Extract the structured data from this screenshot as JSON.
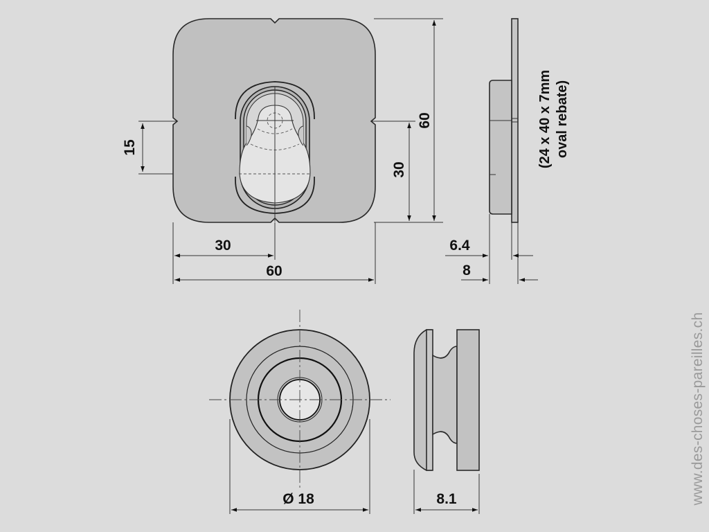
{
  "colors": {
    "background": "#dcdcdc",
    "part_fill": "#c0c0c0",
    "part_light": "#d8d8d8",
    "line": "#2a2a2a",
    "watermark": "#9a9a9a"
  },
  "front_view": {
    "dim_height_total": "60",
    "dim_height_center": "30",
    "dim_width_total": "60",
    "dim_width_center": "30",
    "dim_slot_offset": "15"
  },
  "side_view": {
    "dim_depth_inner": "6.4",
    "dim_depth_total": "8",
    "note_line1": "(24 x 40 x 7mm",
    "note_line2": "oval rebate)"
  },
  "roller_front": {
    "dim_diameter": "Ø 18"
  },
  "roller_side": {
    "dim_width": "8.1"
  },
  "watermark": "www.des-choses-pareilles.ch"
}
